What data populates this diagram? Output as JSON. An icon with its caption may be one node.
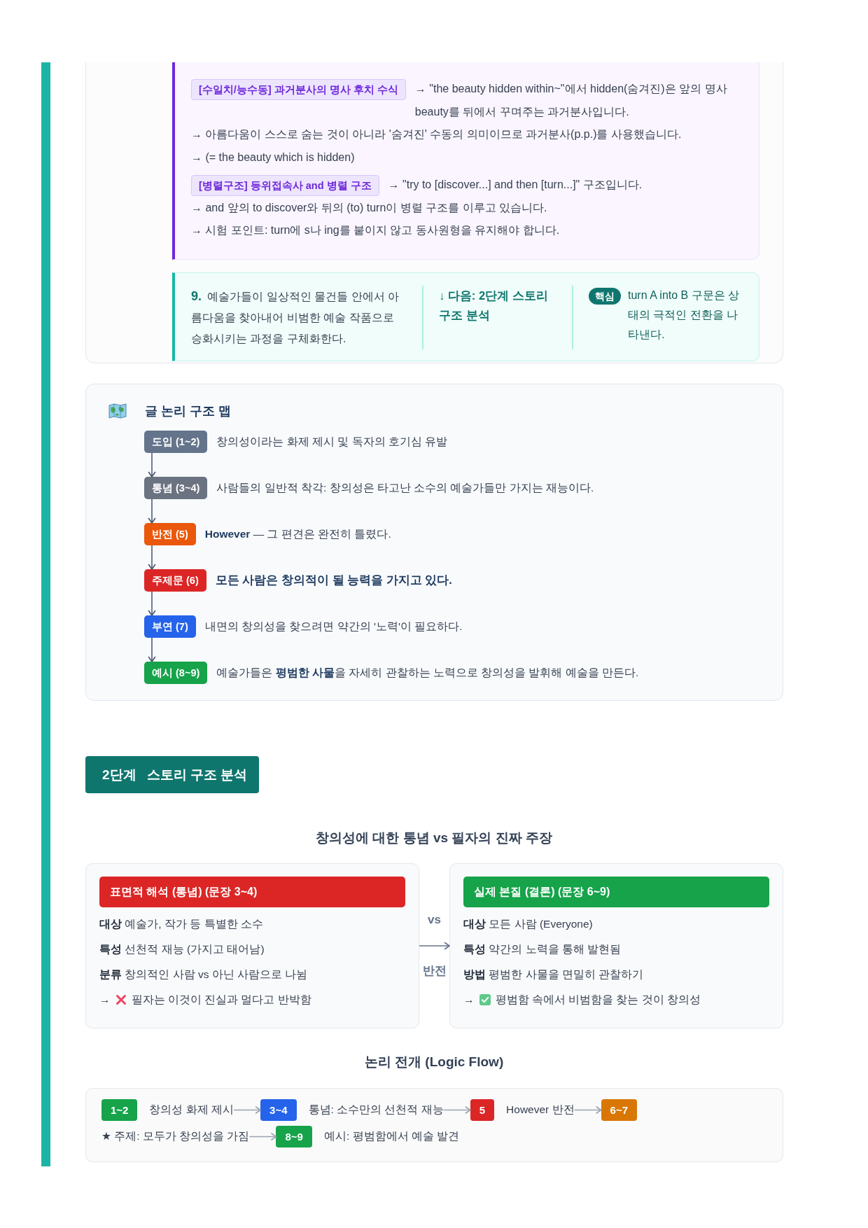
{
  "diagram": {
    "nodes": [
      {
        "text": [],
        "shape": "box"
      },
      {
        "text": [],
        "shape": "box",
        "in": 0
      },
      {
        "text": [
          "[수일치/능수동] 과거분사의 명사 후치 수식"
        ],
        "in": 1,
        "beside": [
          "→ \"the beauty hidden within~\"에서 hidden(숨겨진)은 앞의 명사 beauty를 뒤에서 꾸며주는 과거분사입니다.",
          "→ 아름다움이 스스로 숨는 것이 아니라 '숨겨진' 수동의 의미이므로 과거분사(p.p.)를 사용했습니다.",
          "→ (= the beauty which is hidden)"
        ]
      },
      {
        "text": [
          "[병렬구조] 등위접속사 and 병렬 구조"
        ],
        "in": 1,
        "beside": [
          "→ \"try to [discover...] and then [turn...]\" 구조입니다.",
          "→ and 앞의 to discover와 뒤의 (to) turn이 병렬 구조를 이루고 있습니다.",
          "→ 시험 포인트: turn에 s나 ing를 붙이지 않고 동사원형을 유지해야 합니다."
        ]
      },
      {
        "text": [
          "**9.** 예술가들이 일상적인 물건들 안에서 아름다움을 찾아내어 비범한 예술 작품으로 승화시키는 과정을 구체화한다.",
          "↓ 다음: 2단계 스토리 구조 분석"
        ],
        "in": 0
      },
      {
        "text": [
          "핵심"
        ],
        "in": 4,
        "beside": [
          "turn A into B 구문은 상태의 극적인 전환을 나타낸다."
        ]
      },
      {
        "text": [
          "글 논리 구조 맵"
        ]
      },
      {
        "text": [
          "도입 (1~2)"
        ],
        "in": 6,
        "beside": [
          "창의성이라는 화제 제시 및 독자의 호기심 유발"
        ]
      },
      {
        "text": [
          "통념 (3~4)"
        ],
        "in": 6,
        "beside": [
          "사람들의 일반적 착각: 창의성은 타고난 소수의 예술가들만 가지는 재능이다."
        ]
      },
      {
        "text": [
          "반전 (5)"
        ],
        "in": 6,
        "beside": [
          "**However** — 그 편견은 완전히 틀렸다."
        ]
      },
      {
        "text": [
          "주제문 (6)"
        ],
        "in": 6,
        "beside": [
          "모든 사람은 창의적이 될 능력을 가지고 있다."
        ]
      },
      {
        "text": [
          "부연 (7)"
        ],
        "in": 6,
        "beside": [
          "내면의 창의성을 찾으려면 약간의 '노력'이 필요하다."
        ]
      },
      {
        "text": [
          "예시 (8~9)"
        ],
        "in": 6,
        "beside": [
          "예술가들은 **평범한 사물**을 자세히 관찰하는 노력으로 창의성을 발휘해 예술을 만든다."
        ]
      },
      {
        "text": [
          "2단계",
          "스토리 구조 분석"
        ]
      },
      {
        "text": [
          "**대상** 예술가, 작가 등 특별한 소수",
          "**특성** 선천적 재능 (가지고 태어남)",
          "**분류** 창의적인 사람 vs 아닌 사람으로 나뉨",
          "→",
          "필자는 이것이 진실과 멀다고 반박함"
        ]
      },
      {
        "text": [
          "표면적 해석 (통념) (문장 3~4)"
        ],
        "in": 14
      },
      {
        "text": [
          "**대상** 모든 사람 (Everyone)",
          "**특성** 약간의 노력을 통해 발현됨",
          "**방법** 평범한 사물을 면밀히 관찰하기",
          "→",
          "평범함 속에서 비범함을 찾는 것이 창의성"
        ]
      },
      {
        "text": [
          "실제 본질 (결론) (문장 6~9)"
        ],
        "in": 16
      },
      {
        "text": [],
        "shape": "box"
      },
      {
        "text": [
          "1~2"
        ],
        "in": 18
      },
      {
        "text": [
          "창의성 화제 제시"
        ],
        "in": 18
      },
      {
        "text": [
          "3~4"
        ],
        "in": 18
      },
      {
        "text": [
          "통념: 소수만의 선천적 재능"
        ],
        "in": 18
      },
      {
        "text": [
          "5"
        ],
        "in": 18
      },
      {
        "text": [
          "However 반전"
        ],
        "in": 18
      },
      {
        "text": [
          "6~7"
        ],
        "in": 18
      },
      {
        "text": [
          "★ 주제: 모두가 창의성을 가짐"
        ],
        "in": 18
      },
      {
        "text": [
          "8~9"
        ],
        "in": 18
      },
      {
        "text": [
          "예시: 평범함에서 예술 발견"
        ],
        "in": 18
      }
    ],
    "edges": [
      {
        "from": 7,
        "to": 8,
        "arrow": "to"
      },
      {
        "from": 8,
        "to": 9,
        "arrow": "to"
      },
      {
        "from": 9,
        "to": 10,
        "arrow": "to"
      },
      {
        "from": 10,
        "to": 11,
        "arrow": "to"
      },
      {
        "from": 11,
        "to": 12,
        "arrow": "to"
      },
      {
        "from": 14,
        "to": 16,
        "arrow": "to",
        "label": "반전",
        "color": "#64748b"
      },
      {
        "from": 20,
        "to": 21,
        "arrow": "to",
        "color": "#9ca3af"
      },
      {
        "from": 22,
        "to": 23,
        "arrow": "to",
        "color": "#9ca3af"
      },
      {
        "from": 24,
        "to": 25,
        "arrow": "to",
        "color": "#9ca3af"
      },
      {
        "from": 26,
        "to": 27,
        "arrow": "to",
        "color": "#9ca3af"
      }
    ],
    "labels": [
      "창의성에 대한 통념 vs 필자의 진짜 주장",
      "vs",
      "논리 전개 (Logic Flow)"
    ]
  }
}
